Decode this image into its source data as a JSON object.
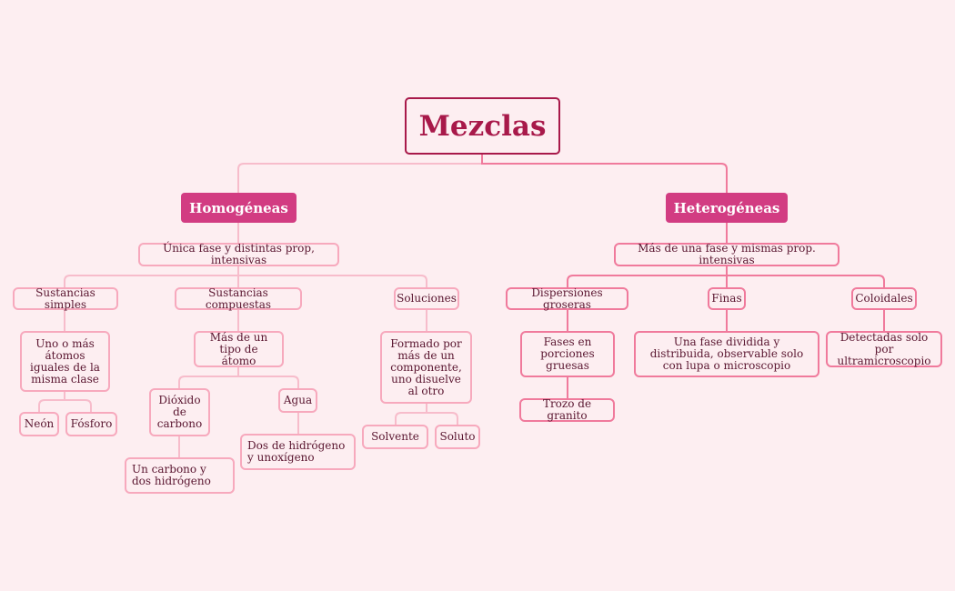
{
  "title": "Mezclas",
  "homogeneas": {
    "label": "Homogéneas",
    "desc": "Única fase y distintas prop, intensivas",
    "simples": {
      "label": "Sustancias simples",
      "desc": "Uno o más átomos iguales de la misma clase",
      "ex1": "Neón",
      "ex2": "Fósforo"
    },
    "compuestas": {
      "label": "Sustancias compuestas",
      "desc": "Más de un tipo de átomo",
      "dioxido": "Dióxido de carbono",
      "dioxido_desc": "Un carbono y dos hidrógeno",
      "agua": "Agua",
      "agua_desc": "Dos de hidrógeno y unoxígeno"
    },
    "soluciones": {
      "label": "Soluciones",
      "desc": "Formado por más de un componente, uno disuelve al otro",
      "solvente": "Solvente",
      "soluto": "Soluto"
    }
  },
  "heterogeneas": {
    "label": "Heterogéneas",
    "desc": "Más de una fase y mismas prop. intensivas",
    "groseras": {
      "label": "Dispersiones groseras",
      "desc": "Fases en porciones gruesas",
      "ejemplo": "Trozo de granito"
    },
    "finas": {
      "label": "Finas",
      "desc": "Una fase dividida y distribuida, observable solo con lupa o microscopio"
    },
    "coloidales": {
      "label": "Coloidales",
      "desc": "Detectadas solo por ultramicroscopio"
    }
  },
  "colors": {
    "root_border": "#a8194a",
    "category_fill": "#d23c82",
    "line_light": "#f7bccb",
    "line_dark": "#f07a9c"
  }
}
